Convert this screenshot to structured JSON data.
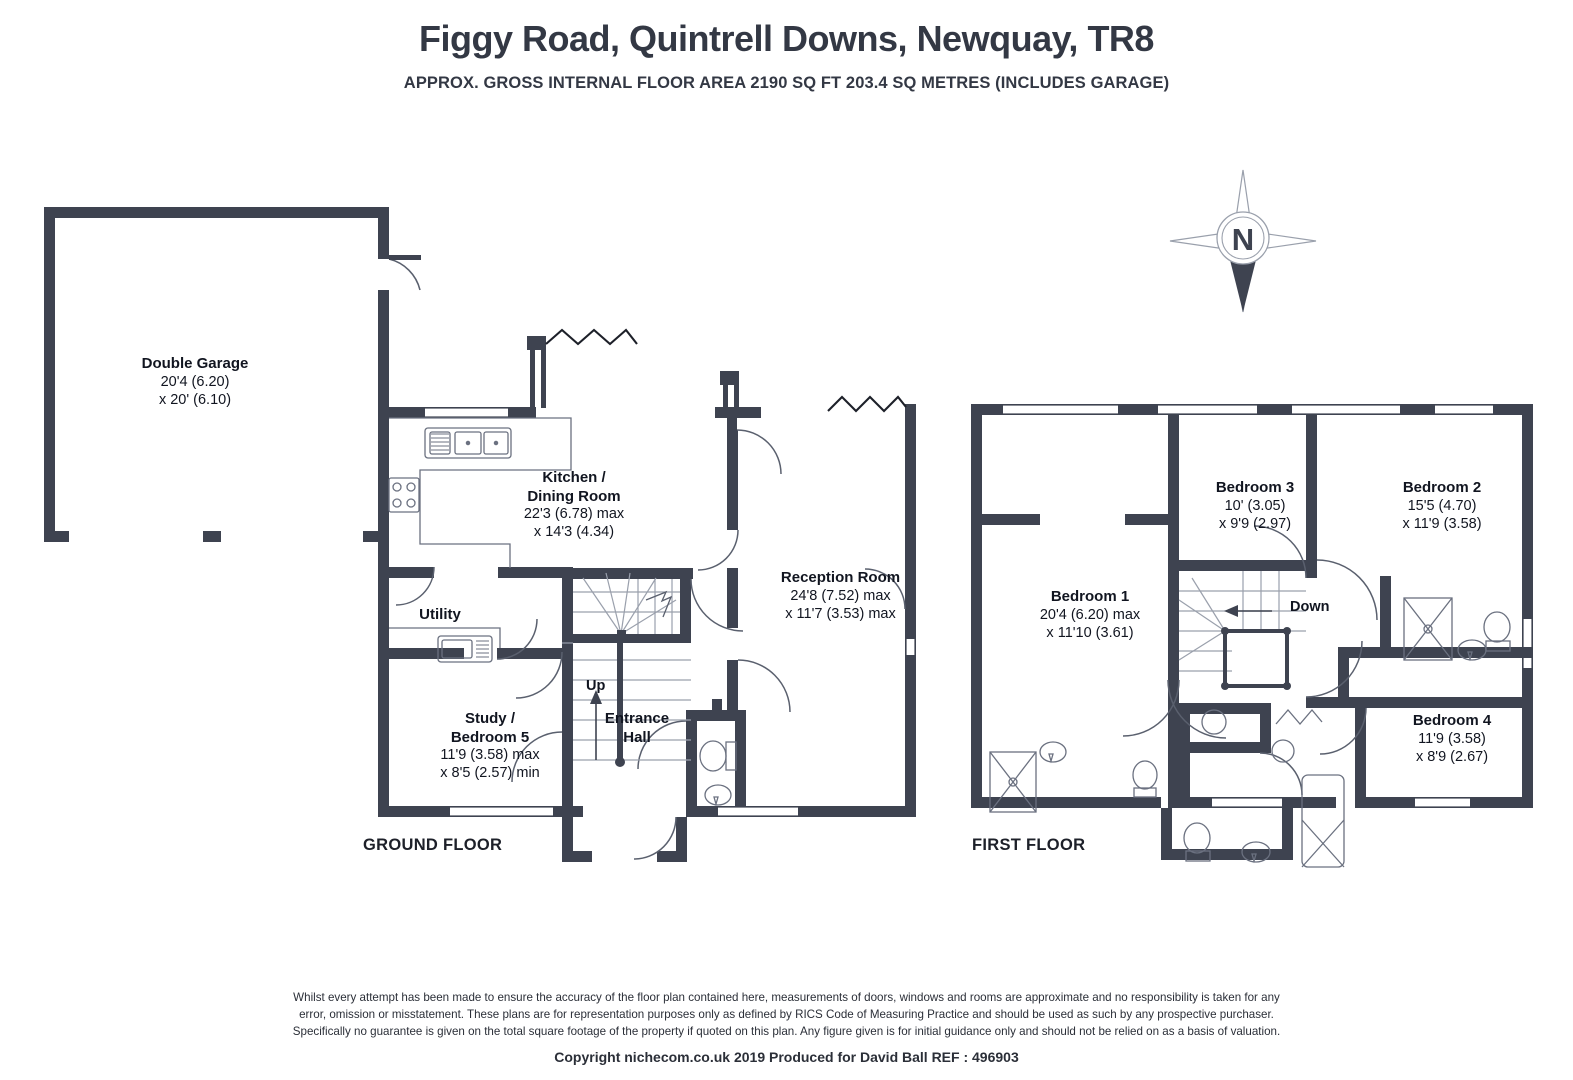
{
  "header": {
    "title": "Figgy Road, Quintrell Downs, Newquay, TR8",
    "subtitle": "APPROX. GROSS INTERNAL FLOOR AREA 2190 SQ FT 203.4 SQ METRES (INCLUDES GARAGE)"
  },
  "compass": {
    "label": "N"
  },
  "floors": [
    {
      "id": "ground",
      "label": "GROUND FLOOR"
    },
    {
      "id": "first",
      "label": "FIRST FLOOR"
    }
  ],
  "rooms": {
    "garage": {
      "name": "Double Garage",
      "dim1": "20'4 (6.20)",
      "dim2": "x 20' (6.10)"
    },
    "kitchen": {
      "name1": "Kitchen /",
      "name2": "Dining Room",
      "dim1": "22'3 (6.78) max",
      "dim2": "x 14'3 (4.34)"
    },
    "utility": {
      "name": "Utility"
    },
    "study": {
      "name1": "Study /",
      "name2": "Bedroom 5",
      "dim1": "11'9 (3.58) max",
      "dim2": "x 8'5 (2.57) min"
    },
    "hall": {
      "name1": "Entrance",
      "name2": "Hall"
    },
    "reception": {
      "name": "Reception Room",
      "dim1": "24'8 (7.52) max",
      "dim2": "x 11'7 (3.53) max"
    },
    "bed1": {
      "name": "Bedroom 1",
      "dim1": "20'4 (6.20) max",
      "dim2": "x 11'10 (3.61)"
    },
    "bed2": {
      "name": "Bedroom 2",
      "dim1": "15'5 (4.70)",
      "dim2": "x 11'9 (3.58)"
    },
    "bed3": {
      "name": "Bedroom 3",
      "dim1": "10' (3.05)",
      "dim2": "x 9'9 (2.97)"
    },
    "bed4": {
      "name": "Bedroom 4",
      "dim1": "11'9 (3.58)",
      "dim2": "x 8'9 (2.67)"
    }
  },
  "stairs": {
    "up": "Up",
    "down": "Down"
  },
  "footer": {
    "line1": "Whilst every attempt has been made to ensure the accuracy of the floor plan contained here, measurements of doors, windows and rooms are approximate and no responsibility is taken for any",
    "line2": "error, omission or misstatement. These plans are for representation purposes only as defined by RICS Code of Measuring Practice and should be used as such by any prospective purchaser.",
    "line3": "Specifically no guarantee is given on the total square footage of the property if quoted on this plan. Any figure given is for initial guidance only and should not be relied on as a basis of valuation.",
    "copyright": "Copyright nichecom.co.uk 2019    Produced for David Ball  REF : 496903"
  },
  "colors": {
    "wall": "#3e4350",
    "fixture": "#4a5060",
    "text": "#1d2029",
    "background": "#ffffff"
  }
}
